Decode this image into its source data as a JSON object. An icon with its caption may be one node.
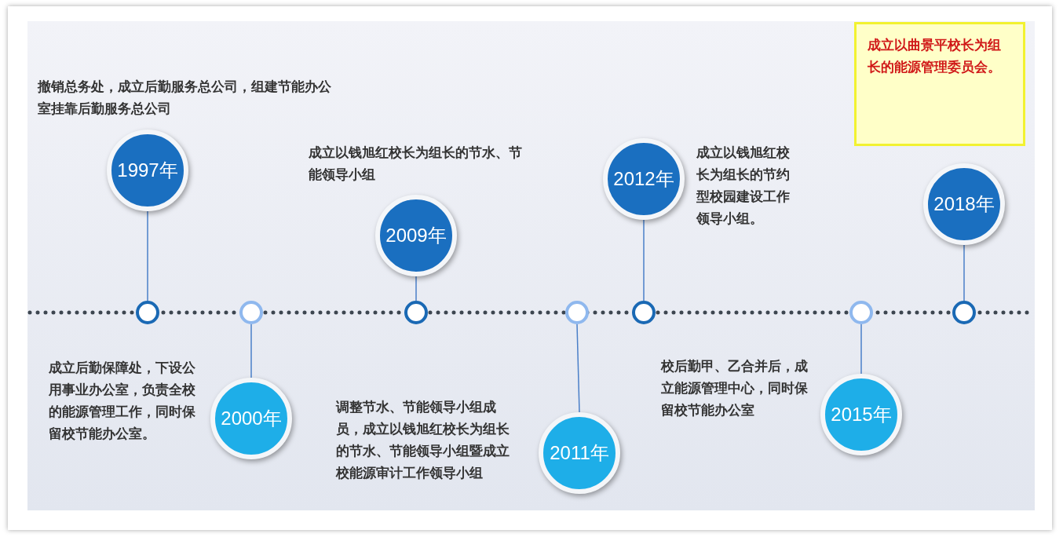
{
  "diagram": {
    "nodes": [
      {
        "text": [
          "1997年"
        ],
        "beside": [
          "撤销总务处，成立后勤服务总公司，组建**节能办公室**挂靠后勤服务总公司"
        ]
      },
      {
        "text": [
          "2000年"
        ],
        "beside": [
          "成立后勤保障处，下设**公用事业办公室**，负责全校的能源管理工作，同时保留校节能办公室。"
        ]
      },
      {
        "text": [
          "2009年"
        ],
        "beside": [
          "成立以钱旭红校长为组长的节水、节能领导小组"
        ]
      },
      {
        "text": [
          "2011年"
        ],
        "beside": [
          "调整节水、节能领导小组成员，成立以钱旭红校长为组长的节水、节能领导小组暨成立校能源审计工作领导小组"
        ]
      },
      {
        "text": [
          "2012年"
        ],
        "beside": [
          "成立以钱旭红校长为组长的节约型校园建设工作领导小组。"
        ]
      },
      {
        "text": [
          "2015年"
        ],
        "beside": [
          "校后勤甲、乙合并后，成立**能源管理中心**，同时保留校节能办公室"
        ]
      },
      {
        "text": [
          "2018年"
        ]
      },
      {
        "text": [],
        "shape": "circle"
      },
      {
        "text": [],
        "shape": "circle"
      },
      {
        "text": [],
        "shape": "circle"
      },
      {
        "text": [],
        "shape": "circle"
      },
      {
        "text": [],
        "shape": "circle"
      },
      {
        "text": [],
        "shape": "circle"
      },
      {
        "text": [],
        "shape": "circle"
      },
      {
        "text": [
          "成立以曲景平校长为组长的能源管理委员会。"
        ]
      }
    ],
    "edges": [
      {
        "from": 0,
        "to": 7,
        "arrow": "none"
      },
      {
        "from": 1,
        "to": 8,
        "arrow": "none"
      },
      {
        "from": 2,
        "to": 9,
        "arrow": "none"
      },
      {
        "from": 3,
        "to": 10,
        "arrow": "none"
      },
      {
        "from": 4,
        "to": 11,
        "arrow": "none"
      },
      {
        "from": 5,
        "to": 12,
        "arrow": "none"
      },
      {
        "from": 6,
        "to": 13,
        "arrow": "none"
      }
    ]
  }
}
